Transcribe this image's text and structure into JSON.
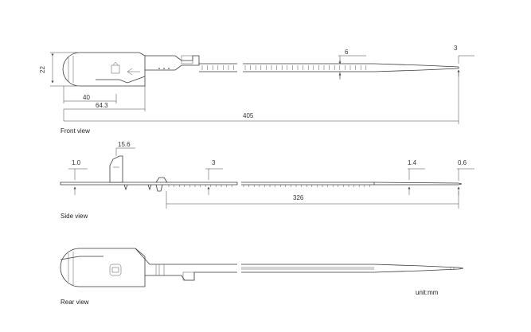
{
  "views": {
    "front_label": "Front view",
    "side_label": "Side view",
    "rear_label": "Rear view"
  },
  "dimensions": {
    "front_height": "22",
    "front_40": "40",
    "front_64_3": "64.3",
    "front_405": "405",
    "front_6": "6",
    "front_3": "3",
    "side_1_0": "1.0",
    "side_15_6": "15.6",
    "side_3": "3",
    "side_1_4": "1.4",
    "side_0_6": "0.6",
    "side_326": "326"
  },
  "unit_label": "unit:mm",
  "colors": {
    "line": "#3a3a3a",
    "text": "#333333"
  }
}
